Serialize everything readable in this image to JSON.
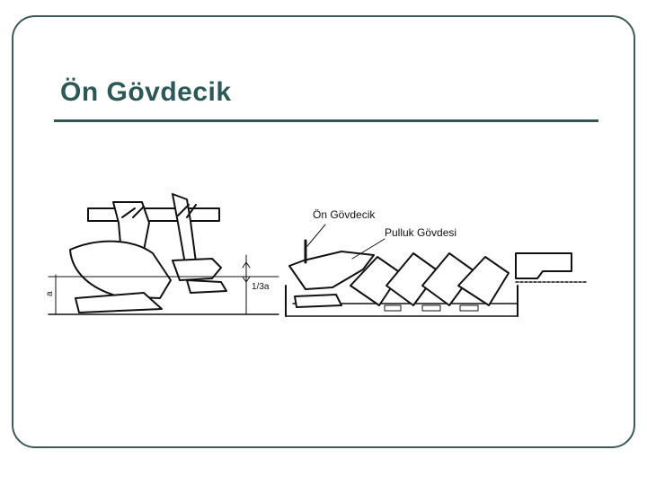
{
  "slide": {
    "title": "Ön Gövdecik",
    "accent_color": "#2e5757"
  },
  "diagram": {
    "labels": {
      "front_body": "Ön Gövdecik",
      "plough_body": "Pulluk Gövdesi",
      "depth_symbol": "a",
      "one_third_depth": "1/3a"
    }
  }
}
